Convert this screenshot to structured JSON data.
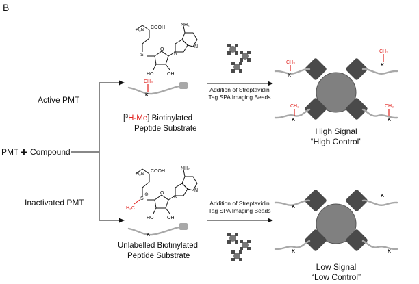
{
  "panel_letter": "B",
  "left": {
    "pmt": "PMT",
    "plus": "+",
    "compound": "Compound"
  },
  "branches": {
    "active": "Active PMT",
    "inactive": "Inactivated PMT"
  },
  "sam": {
    "nh2": "H₂N",
    "cooh": "COOH",
    "adenine_nh2": "NH₂",
    "ho": "HO",
    "oh": "OH",
    "s": "S",
    "o": "O",
    "n": "N",
    "methyl": "H₃C",
    "charge": "⊕"
  },
  "substrate_top": {
    "label_prefix": "[",
    "label_sup": "3",
    "label_red": "H-Me",
    "label_suffix": "] Biotinylated",
    "label_line2": "Peptide Substrate",
    "methyl": "CH₃",
    "lysine": "K"
  },
  "substrate_bottom": {
    "label_line1": "Unlabelled Biotinylated",
    "label_line2": "Peptide Substrate",
    "lysine": "K"
  },
  "arrow_text": {
    "line1": "Addition of Streptavidin",
    "line2": "Tag SPA Imaging Beads"
  },
  "result_top": {
    "line1": "High Signal",
    "line2": "“High Control”",
    "methyl": "CH₃",
    "lysine": "K"
  },
  "result_bottom": {
    "line1": "Low Signal",
    "line2": "“Low Control”",
    "lysine": "K"
  },
  "colors": {
    "red": "#e0201c",
    "peptide": "#a8a8a8",
    "bead": "#777777",
    "streptavidin": "#4a4a4a"
  }
}
